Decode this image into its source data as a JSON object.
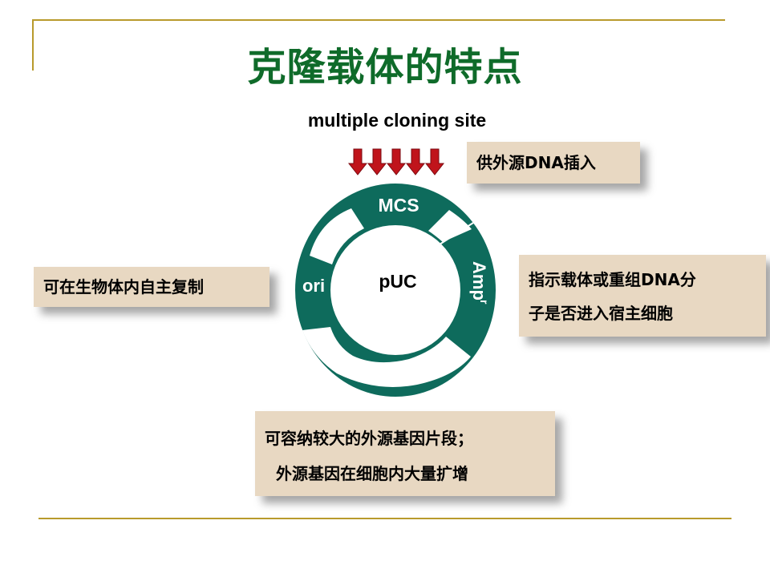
{
  "title": "克隆载体的特点",
  "mcs_caption": "multiple cloning site",
  "plasmid": {
    "name": "pUC",
    "segments": {
      "mcs": "MCS",
      "ori": "ori",
      "amp": "Amp",
      "amp_superscript": "r"
    }
  },
  "notes": {
    "mcs": "供外源DNA插入",
    "ori": "可在生物体内自主复制",
    "amp": [
      "指示载体或重组DNA分",
      "子是否进入宿主细胞"
    ],
    "insert": [
      "可容纳较大的外源基因片段；",
      "外源基因在细胞内大量扩增"
    ]
  },
  "colors": {
    "title": "#0f6b2a",
    "ring": "#0e6b5c",
    "arrow": "#c0141b",
    "note_bg": "#e8d8c2",
    "rule": "#b89a2c"
  }
}
